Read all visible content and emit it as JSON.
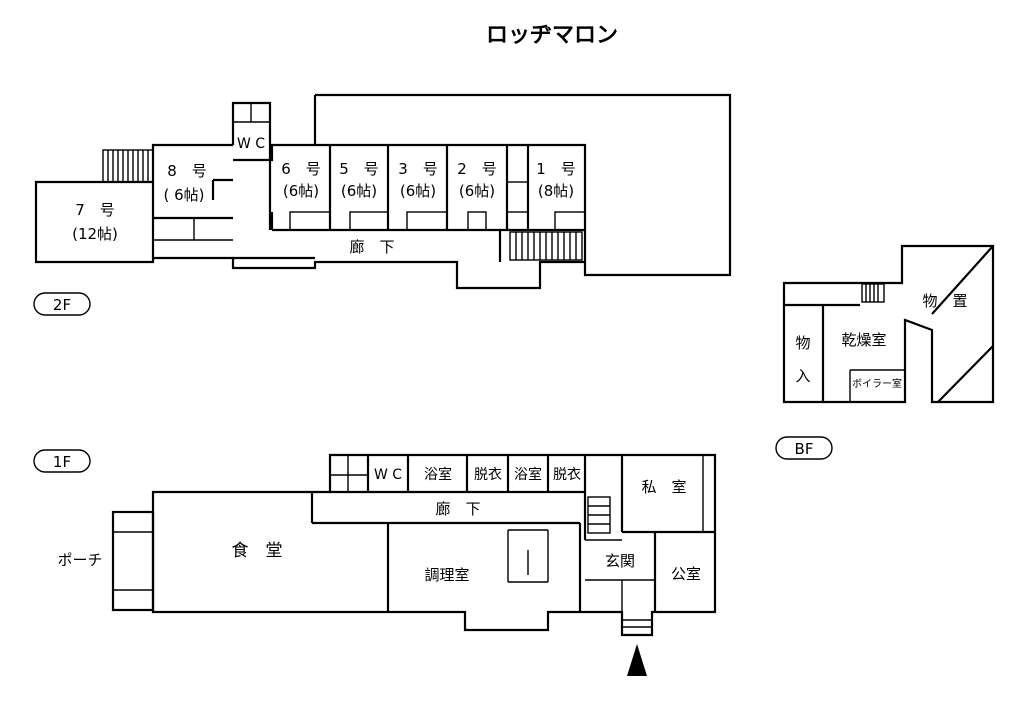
{
  "title": "ロッヂマロン",
  "floor_tags": {
    "second": "2F",
    "first": "1F",
    "basement": "BF"
  },
  "second_floor": {
    "rooms": {
      "room7": {
        "name": "7　号",
        "size": "(12帖)"
      },
      "room8": {
        "name": "8　号",
        "size": "( 6帖)"
      },
      "room6": {
        "name": "6　号",
        "size": "(6帖)"
      },
      "room5": {
        "name": "5　号",
        "size": "(6帖)"
      },
      "room3": {
        "name": "3　号",
        "size": "(6帖)"
      },
      "room2": {
        "name": "2　号",
        "size": "(6帖)"
      },
      "room1": {
        "name": "1　号",
        "size": "(8帖)"
      }
    },
    "wc": "W C",
    "corridor": "廊　下"
  },
  "basement": {
    "storage": "物　置",
    "drying_room": "乾燥室",
    "storage_closet": "物入",
    "boiler": "ボイラー室"
  },
  "first_floor": {
    "dining": "食　堂",
    "porch": "ポーチ",
    "corridor": "廊　下",
    "kitchen": "調理室",
    "wc": "W C",
    "bath_1": "浴室",
    "dressing_1": "脱衣",
    "bath_2": "浴室",
    "dressing_2": "脱衣",
    "private_room": "私　室",
    "entrance": "玄関",
    "public_room": "公室"
  }
}
